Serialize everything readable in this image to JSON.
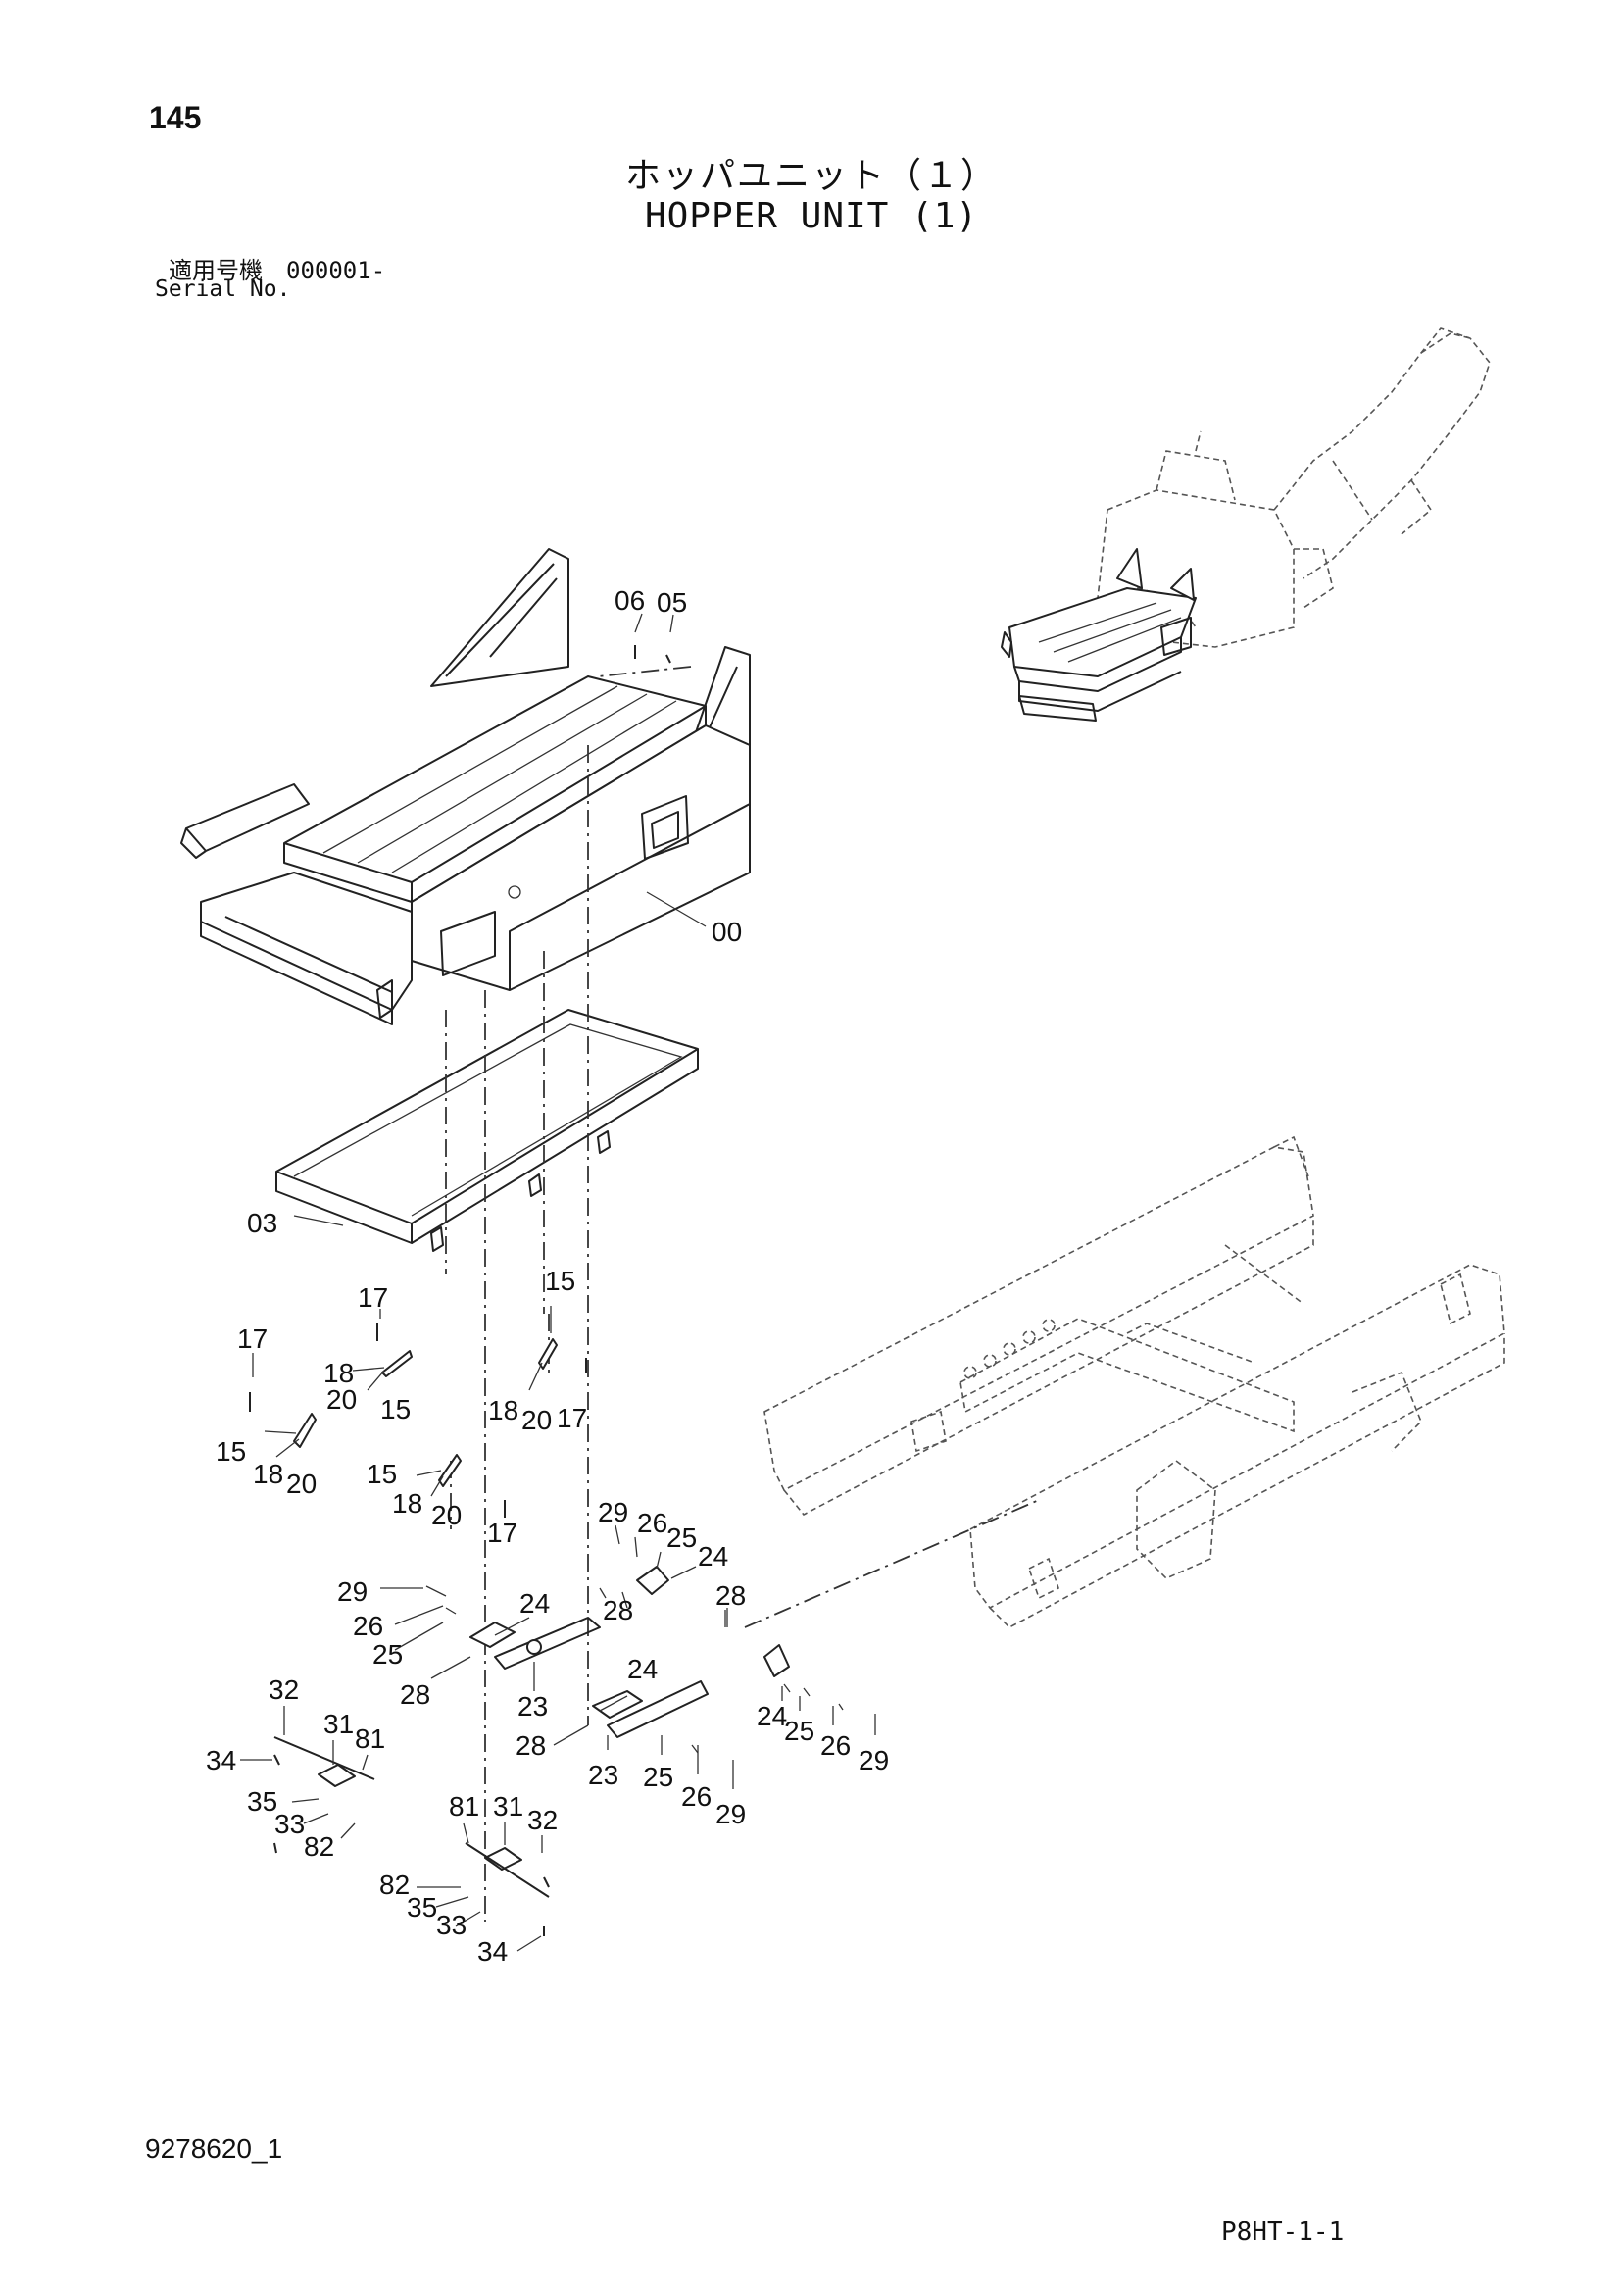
{
  "page": {
    "page_number": "145",
    "title_jp": "ホッパユニット（１）",
    "title_en": "HOPPER UNIT (1)",
    "serial_label_jp": "適用号機",
    "serial_range": "000001-",
    "serial_label_en": "Serial No.",
    "doc_number": "9278620_1",
    "page_code": "P8HT-1-1"
  },
  "callouts": {
    "c06": "06",
    "c05": "05",
    "c00": "00",
    "c03": "03",
    "g1_17a": "17",
    "g1_18": "18",
    "g1_20": "20",
    "g1_15": "15",
    "g2_17": "17",
    "g2_15": "15",
    "g2_18": "18",
    "g2_20": "20",
    "g3_15": "15",
    "g3_18": "18",
    "g3_20": "20",
    "g3_17": "17",
    "g4_15": "15",
    "g4_18": "18",
    "g4_20": "20",
    "g4_17": "17",
    "b1_29": "29",
    "b1_26": "26",
    "b1_25": "25",
    "b1_24": "24",
    "b1_28": "28",
    "b1_23": "23",
    "b2_29": "29",
    "b2_26": "26",
    "b2_25": "25",
    "b2_24": "24",
    "b2_28": "28",
    "b3_28": "28",
    "b3_24": "24",
    "b3_25": "25",
    "b3_26": "26",
    "b3_29": "29",
    "b4_24": "24",
    "b4_28": "28",
    "b4_23": "23",
    "b4_25": "25",
    "b4_26": "26",
    "b4_29": "29",
    "l1_32": "32",
    "l1_31": "31",
    "l1_81": "81",
    "l1_34": "34",
    "l1_35": "35",
    "l1_33": "33",
    "l1_82": "82",
    "l2_81": "81",
    "l2_31": "31",
    "l2_32": "32",
    "l2_82": "82",
    "l2_35": "35",
    "l2_33": "33",
    "l2_34": "34"
  }
}
